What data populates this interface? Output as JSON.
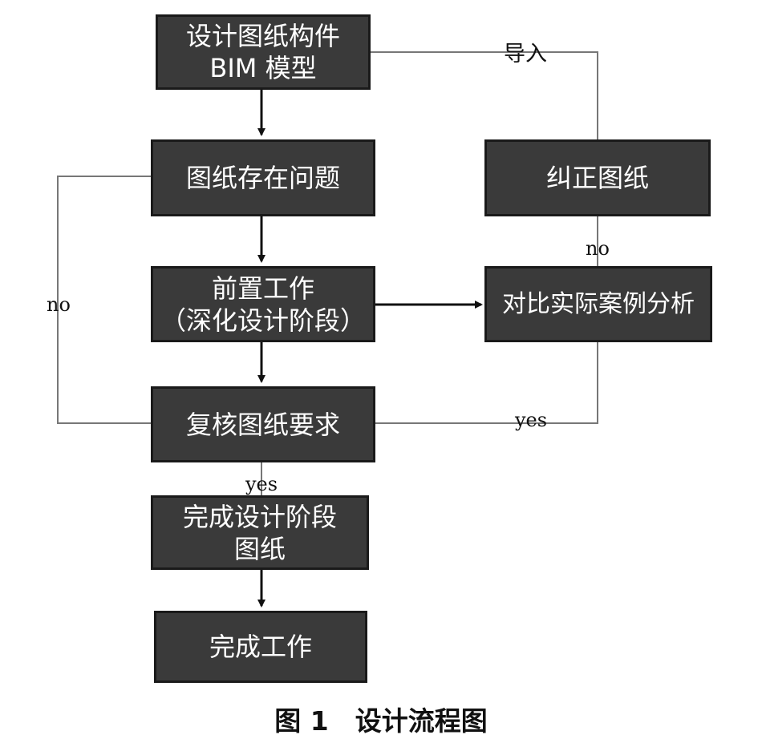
{
  "nodes": {
    "bim_model": {
      "line1": "设计图纸构件",
      "line2": "BIM 模型"
    },
    "drawing_issues": {
      "line1": "图纸存在问题"
    },
    "pre_work": {
      "line1": "前置工作",
      "line2": "（深化设计阶段）"
    },
    "review": {
      "line1": "复核图纸要求"
    },
    "finish_drawings": {
      "line1": "完成设计阶段",
      "line2": "图纸"
    },
    "finish_work": {
      "line1": "完成工作"
    },
    "correct_drawings": {
      "line1": "纠正图纸"
    },
    "compare_cases": {
      "line1": "对比实际案例分析"
    }
  },
  "edge_labels": {
    "import": "导入",
    "no_right": "no",
    "no_left": "no",
    "yes_right": "yes",
    "yes_down": "yes"
  },
  "caption": {
    "text": "图 1　设计流程图"
  },
  "colors": {
    "box_fill": "#3a3a3a",
    "box_border": "#1a1a1a",
    "arrow": "#111111",
    "connector": "#777777",
    "text_on_box": "#ffffff"
  }
}
